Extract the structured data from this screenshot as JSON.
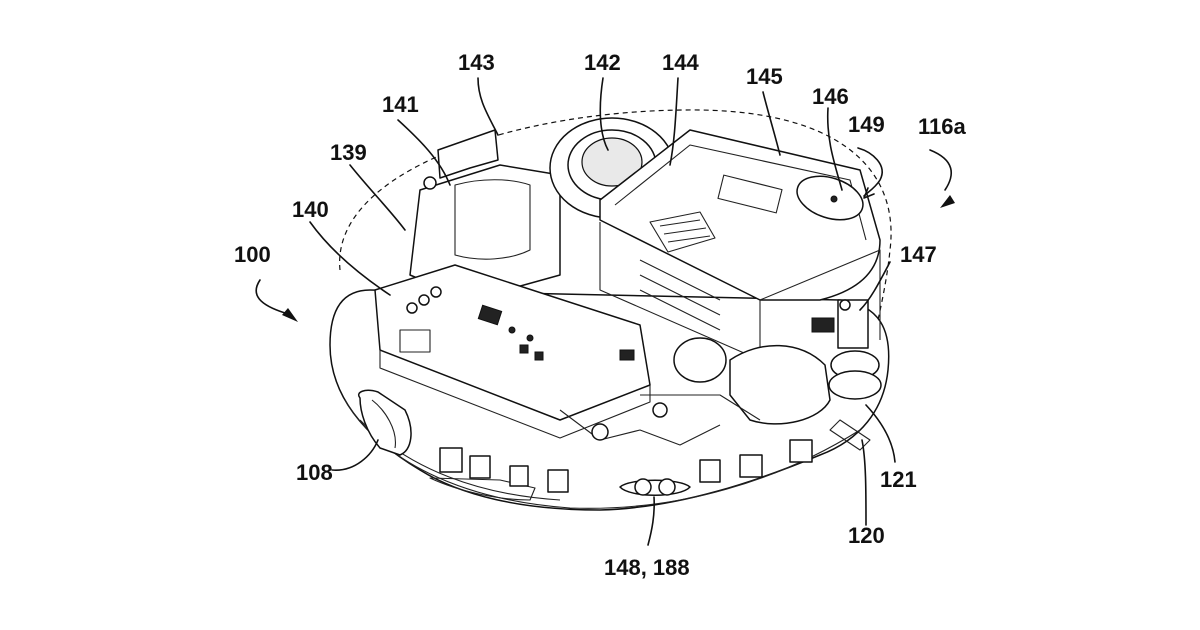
{
  "figure": {
    "reference_labels": [
      {
        "key": "l143",
        "text": "143"
      },
      {
        "key": "l142",
        "text": "142"
      },
      {
        "key": "l144",
        "text": "144"
      },
      {
        "key": "l145",
        "text": "145"
      },
      {
        "key": "l146",
        "text": "146"
      },
      {
        "key": "l149",
        "text": "149"
      },
      {
        "key": "l116a",
        "text": "116a"
      },
      {
        "key": "l141",
        "text": "141"
      },
      {
        "key": "l139",
        "text": "139"
      },
      {
        "key": "l140",
        "text": "140"
      },
      {
        "key": "l100",
        "text": "100"
      },
      {
        "key": "l147",
        "text": "147"
      },
      {
        "key": "l108",
        "text": "108"
      },
      {
        "key": "l121",
        "text": "121"
      },
      {
        "key": "l120",
        "text": "120"
      },
      {
        "key": "l148",
        "text": "148, 188"
      }
    ],
    "line_color": "#111111",
    "background": "#ffffff"
  }
}
